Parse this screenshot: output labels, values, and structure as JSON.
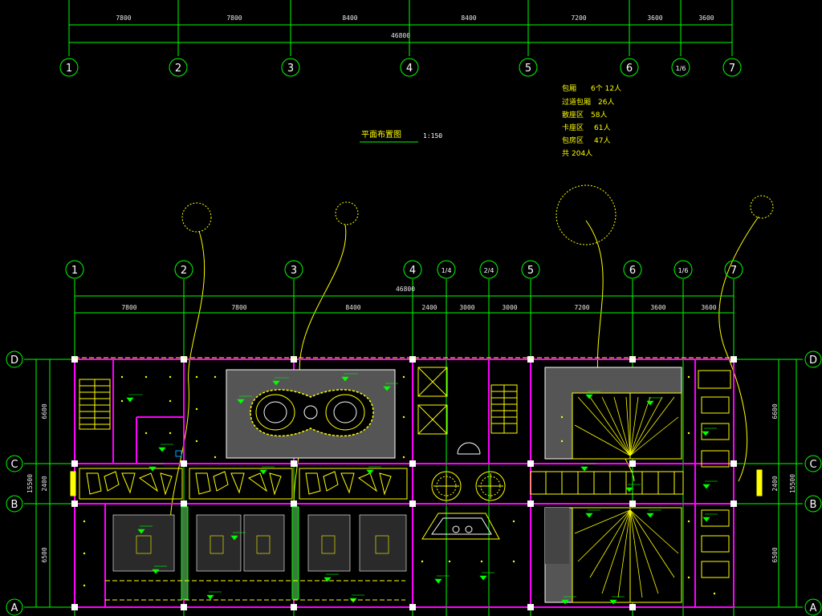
{
  "top_grid": {
    "axes": [
      "1",
      "2",
      "3",
      "4",
      "5",
      "6",
      "1/6",
      "7"
    ],
    "spans": [
      "7800",
      "7800",
      "8400",
      "8400",
      "7200",
      "3600",
      "3600"
    ],
    "total": "46800"
  },
  "plan_title": "平面布置图",
  "plan_scale": "1:150",
  "legend": [
    {
      "label": "包厢",
      "value": "6个 12人"
    },
    {
      "label": "过道包厢",
      "value": "26人"
    },
    {
      "label": "散座区",
      "value": "58人"
    },
    {
      "label": "卡座区",
      "value": "61人"
    },
    {
      "label": "包房区",
      "value": "47人"
    },
    {
      "label": "共",
      "value": "204人"
    }
  ],
  "plan_grid": {
    "axes": [
      "1",
      "2",
      "3",
      "4",
      "1/4",
      "2/4",
      "5",
      "6",
      "1/6",
      "7"
    ],
    "spans": [
      "7800",
      "7800",
      "8400",
      "2400",
      "3000",
      "3000",
      "7200",
      "3600",
      "3600"
    ],
    "total": "46800",
    "rows": [
      "D",
      "C",
      "B",
      "A"
    ],
    "row_spans": [
      "6600",
      "2400",
      "6500"
    ],
    "row_total": "15500"
  },
  "colors": {
    "grid": "#00ff00",
    "wall": "#ff00ff",
    "column": "#ffffff",
    "furniture": "#ffff00",
    "hatch": "#9a9a9a",
    "annotation": "#00ff00"
  }
}
